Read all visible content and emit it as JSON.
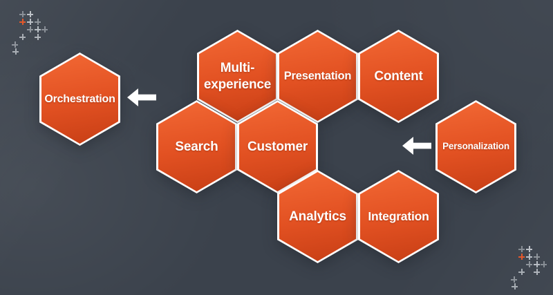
{
  "hexagons": [
    {
      "id": "orchestration",
      "label": "Orchestration"
    },
    {
      "id": "multi-experience",
      "label": "Multi-\nexperience"
    },
    {
      "id": "presentation",
      "label": "Presentation"
    },
    {
      "id": "content",
      "label": "Content"
    },
    {
      "id": "search",
      "label": "Search"
    },
    {
      "id": "customer",
      "label": "Customer"
    },
    {
      "id": "personalization",
      "label": "Personalization"
    },
    {
      "id": "analytics",
      "label": "Analytics"
    },
    {
      "id": "integration",
      "label": "Integration"
    }
  ],
  "arrows": [
    {
      "id": "arrow-to-orchestration",
      "direction": "left"
    },
    {
      "id": "arrow-to-customer",
      "direction": "left"
    }
  ],
  "colors": {
    "background": "#3B424C",
    "hexagon_gradient_top": "#F26834",
    "hexagon_gradient_mid": "#E25122",
    "hexagon_gradient_bottom": "#C73E15",
    "hexagon_border": "#FFFFFF",
    "label_text": "#FFFFFF",
    "arrow": "#FFFFFF",
    "plus_gray": "#C3C8CE",
    "plus_orange": "#E4582B"
  }
}
